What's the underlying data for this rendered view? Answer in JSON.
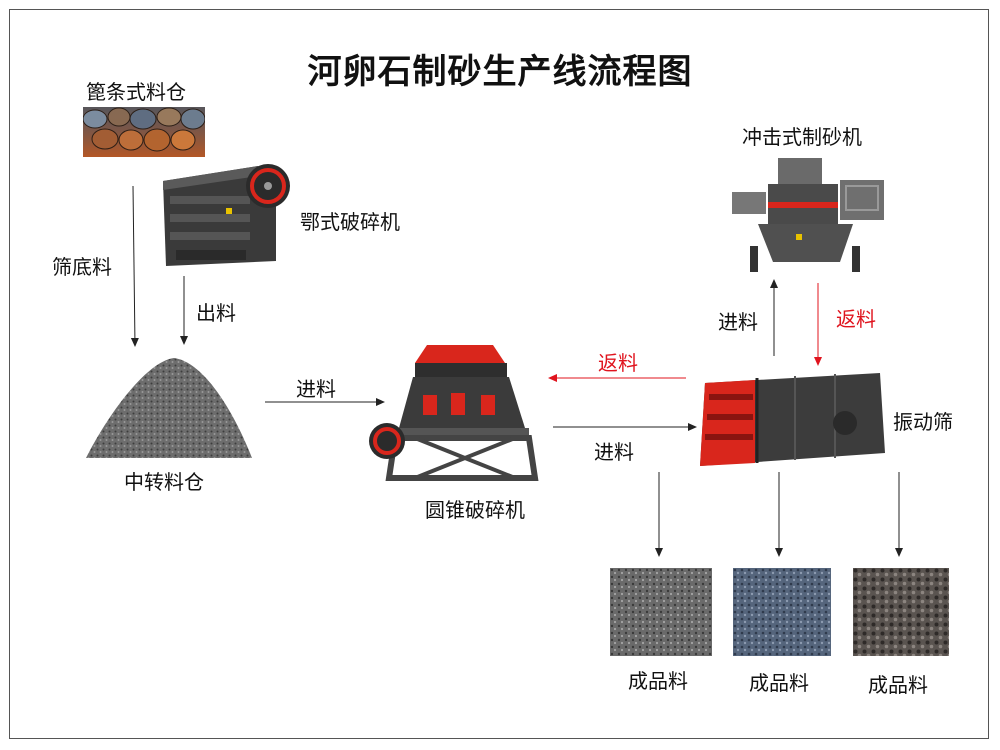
{
  "title": "河卵石制砂生产线流程图",
  "labels": {
    "grizzly_bin": "篦条式料仓",
    "jaw_crusher": "鄂式破碎机",
    "screen_underflow": "筛底料",
    "discharge": "出料",
    "surge_bin": "中转料仓",
    "feed_cone": "进料",
    "cone_crusher": "圆锥破碎机",
    "feed_screen": "进料",
    "return_cone": "返料",
    "vibrating_screen": "振动筛",
    "feed_impact": "进料",
    "return_screen": "返料",
    "impact_crusher": "冲击式制砂机",
    "product_1": "成品料",
    "product_2": "成品料",
    "product_3": "成品料"
  },
  "colors": {
    "return_arrow": "#e0141e",
    "accent_machine": "#d9261c"
  }
}
